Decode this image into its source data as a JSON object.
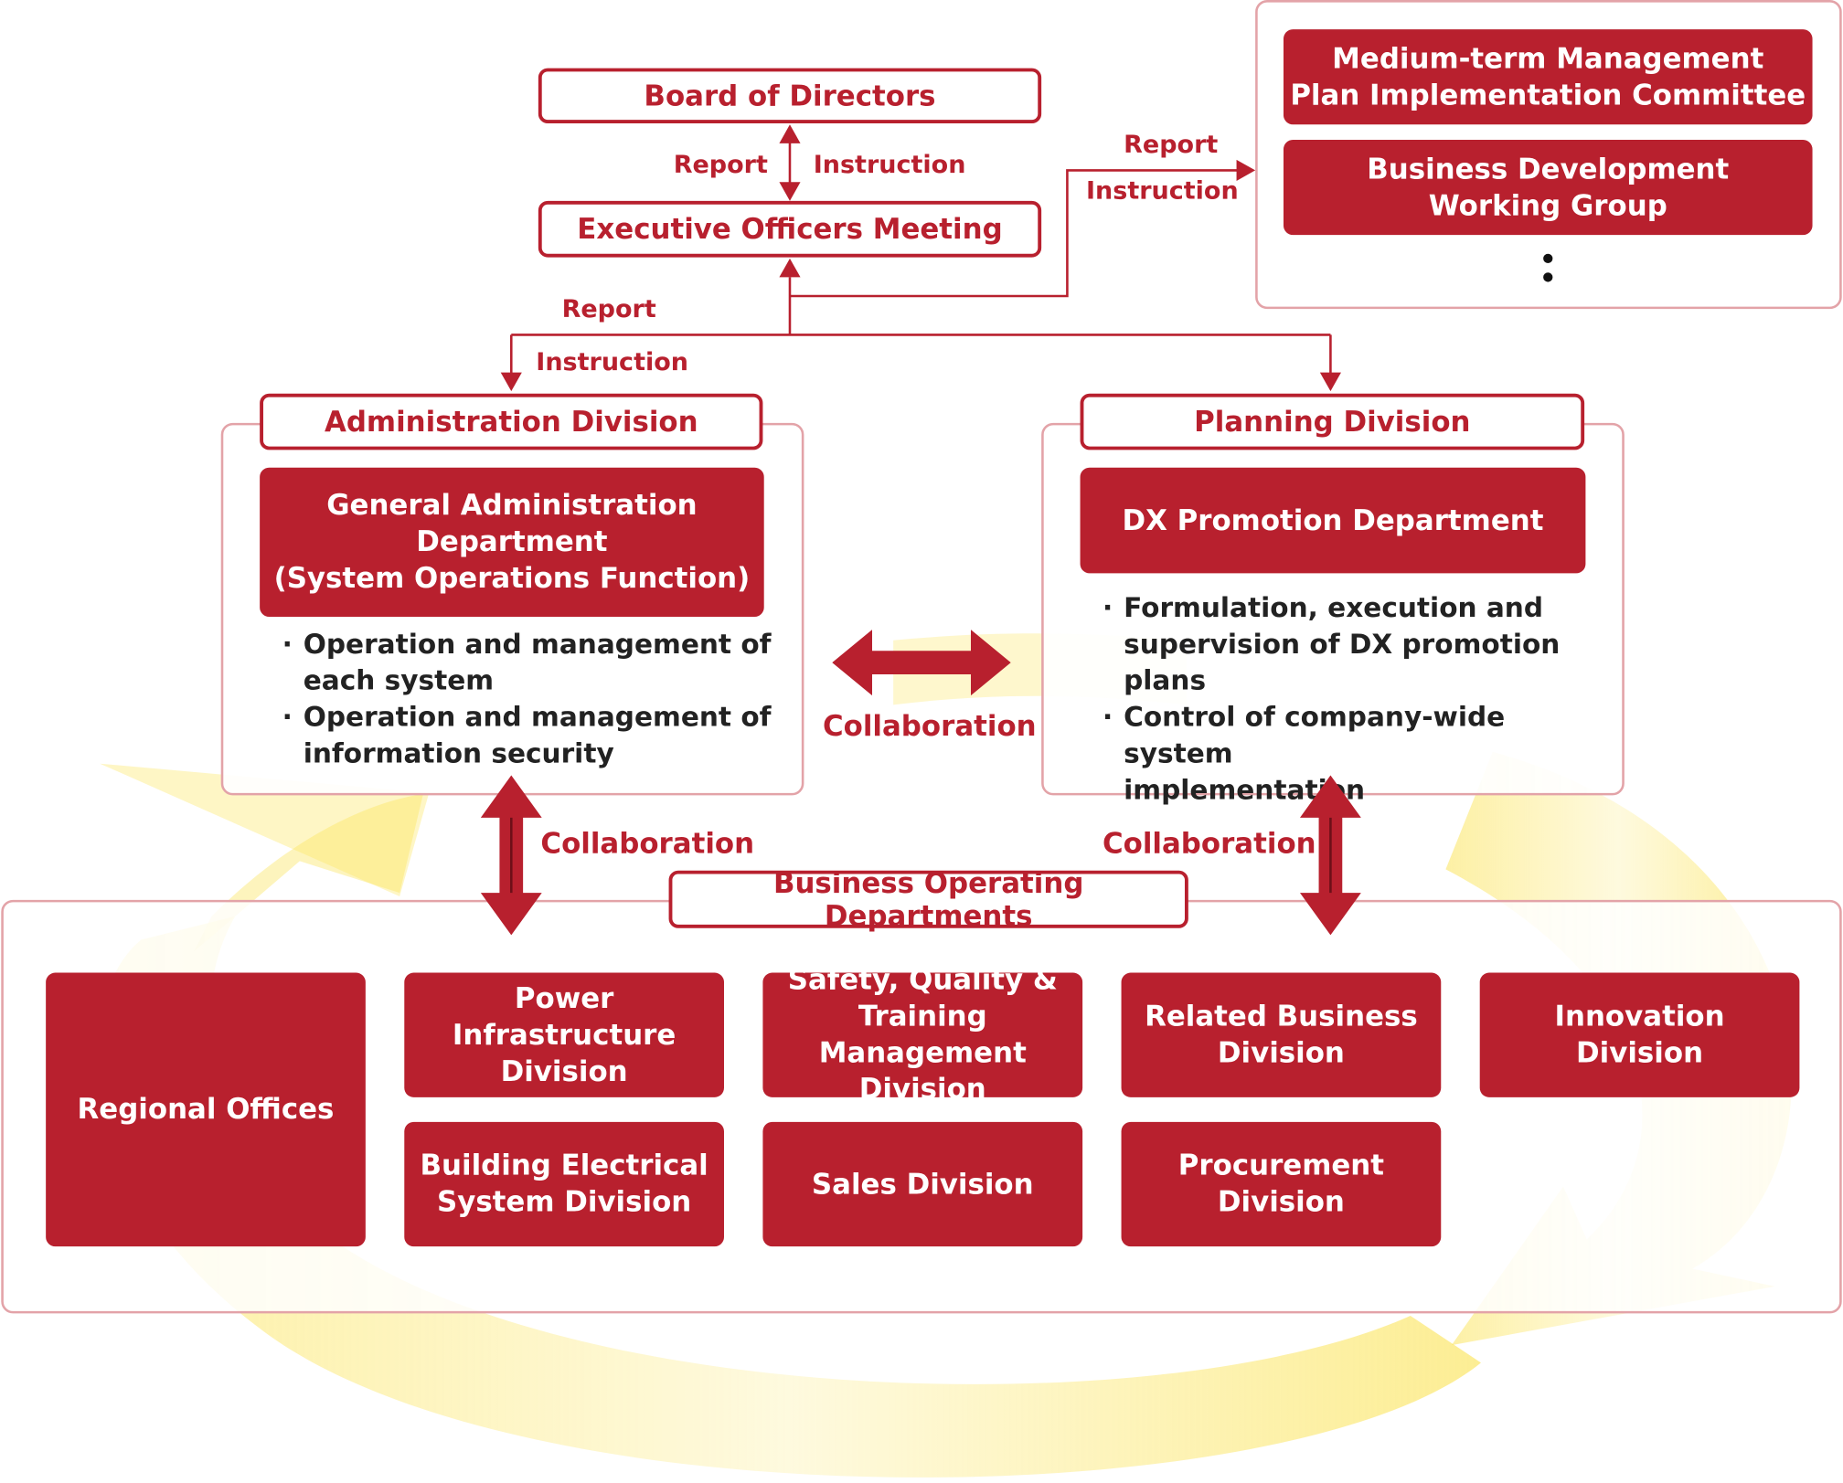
{
  "top": {
    "board": "Board of Directors",
    "executive": "Executive Officers Meeting",
    "report": "Report",
    "instruction": "Instruction"
  },
  "committee_panel": {
    "items": [
      "Medium-term Management\nPlan Implementation Committee",
      "Business Development\nWorking Group"
    ]
  },
  "links": {
    "committee_report": "Report",
    "committee_instruction": "Instruction",
    "division_report": "Report",
    "division_instruction": "Instruction",
    "collaboration_center": "Collaboration",
    "collaboration_left": "Collaboration",
    "collaboration_right": "Collaboration"
  },
  "admin": {
    "title": "Administration Division",
    "department": "General Administration\nDepartment\n(System Operations Function)",
    "bullets": [
      "Operation and management of\neach system",
      "Operation and management of\ninformation security"
    ]
  },
  "planning": {
    "title": "Planning Division",
    "department": "DX Promotion Department",
    "bullets": [
      "Formulation, execution and\nsupervision of DX promotion\nplans",
      "Control of company-wide system\n implementation"
    ]
  },
  "business": {
    "title": "Business Operating Departments",
    "units": [
      "Regional Offices",
      "Power Infrastructure\nDivision",
      "Safety, Quality &\nTraining Management\nDivision",
      "Related Business\nDivision",
      "Innovation\nDivision",
      "Building Electrical\nSystem Division",
      "Sales Division",
      "Procurement\nDivision"
    ]
  },
  "colors": {
    "primary_red": "#b8202e",
    "panel_border": "#e3a3a8",
    "cycle_yellow": "#fbe45a"
  }
}
